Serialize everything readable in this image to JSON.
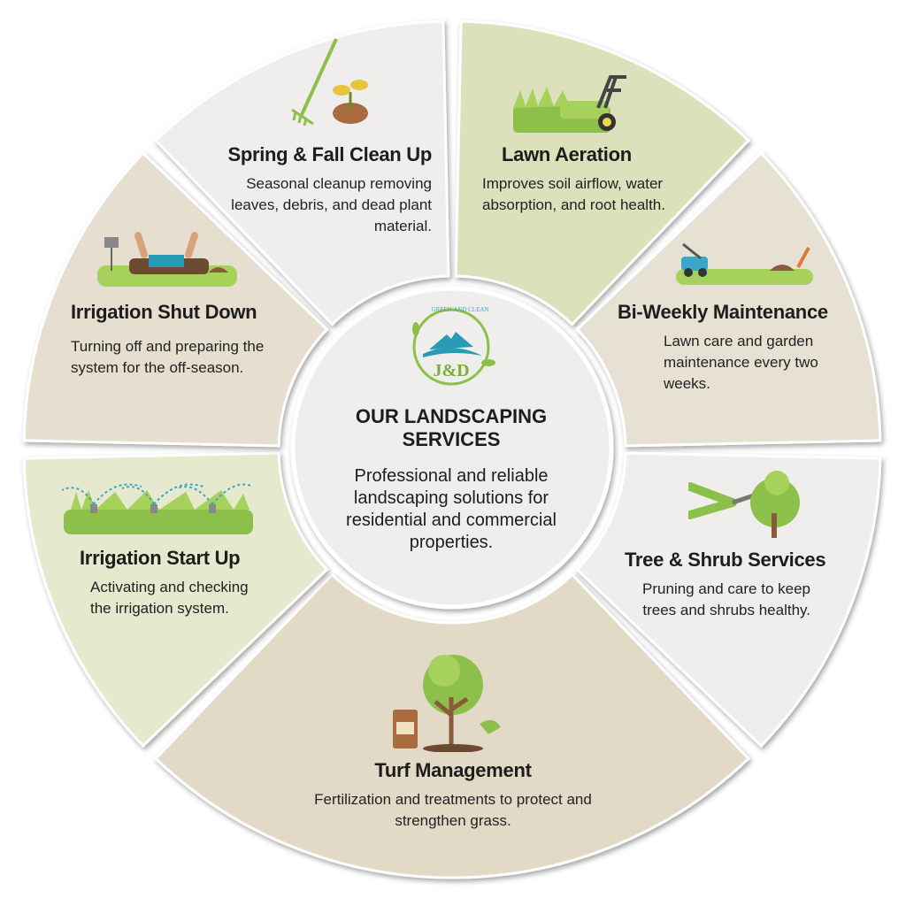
{
  "logo": {
    "brand": "J&D",
    "tagline": "GREEN AND CLEAN"
  },
  "center": {
    "title": "OUR LANDSCAPING SERVICES",
    "description": "Professional and reliable landscaping solutions for residential and commercial properties."
  },
  "services": [
    {
      "title": "Lawn Aeration",
      "description": "Improves soil airflow, water absorption, and root health.",
      "color": "#dce1bb",
      "icon": "aerator-icon"
    },
    {
      "title": "Bi-Weekly Maintenance",
      "description": "Lawn care and garden maintenance every two weeks.",
      "color": "#e7e1d4",
      "icon": "lawn-mower-icon"
    },
    {
      "title": "Tree & Shrub Services",
      "description": "Pruning and care to keep trees and shrubs healthy.",
      "color": "#efeeec",
      "icon": "pruning-shears-icon"
    },
    {
      "title": "Turf Management",
      "description": "Fertilization and treatments to protect and strengthen grass.",
      "color": "#e3d9c7",
      "icon": "tree-fertilizer-icon"
    },
    {
      "title": "Irrigation Start Up",
      "description": "Activating and checking the irrigation system.",
      "color": "#e6e9cd",
      "icon": "sprinkler-icon"
    },
    {
      "title": "Irrigation Shut Down",
      "description": "Turning off and preparing the system for the off-season.",
      "color": "#e6dfd0",
      "icon": "irrigation-valve-icon"
    },
    {
      "title": "Spring & Fall Clean Up",
      "description": "Seasonal cleanup removing leaves, debris, and dead plant material.",
      "color": "#efeeec",
      "icon": "rake-plant-icon"
    }
  ]
}
